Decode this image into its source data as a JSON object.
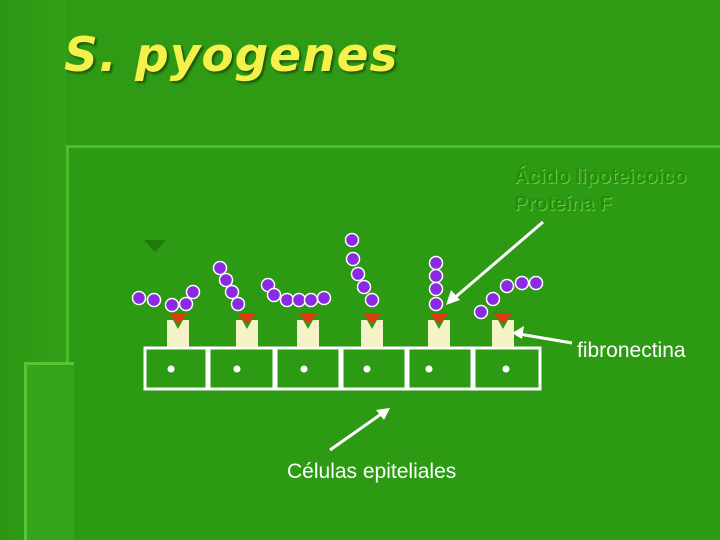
{
  "slide": {
    "title": "S. pyogenes",
    "label_acid": "Ácido lipoteicoico",
    "label_protein": "Proteína F",
    "label_fibronectin": "fibronectina",
    "label_cells": "Células epiteliales"
  },
  "colors": {
    "background": "#2f9a14",
    "title": "#f3f14a",
    "bacteria": "#8a2be2",
    "receptor": "#f7f3c8",
    "fibronectin": "#e03b10",
    "cell_outline": "#ffffff"
  }
}
